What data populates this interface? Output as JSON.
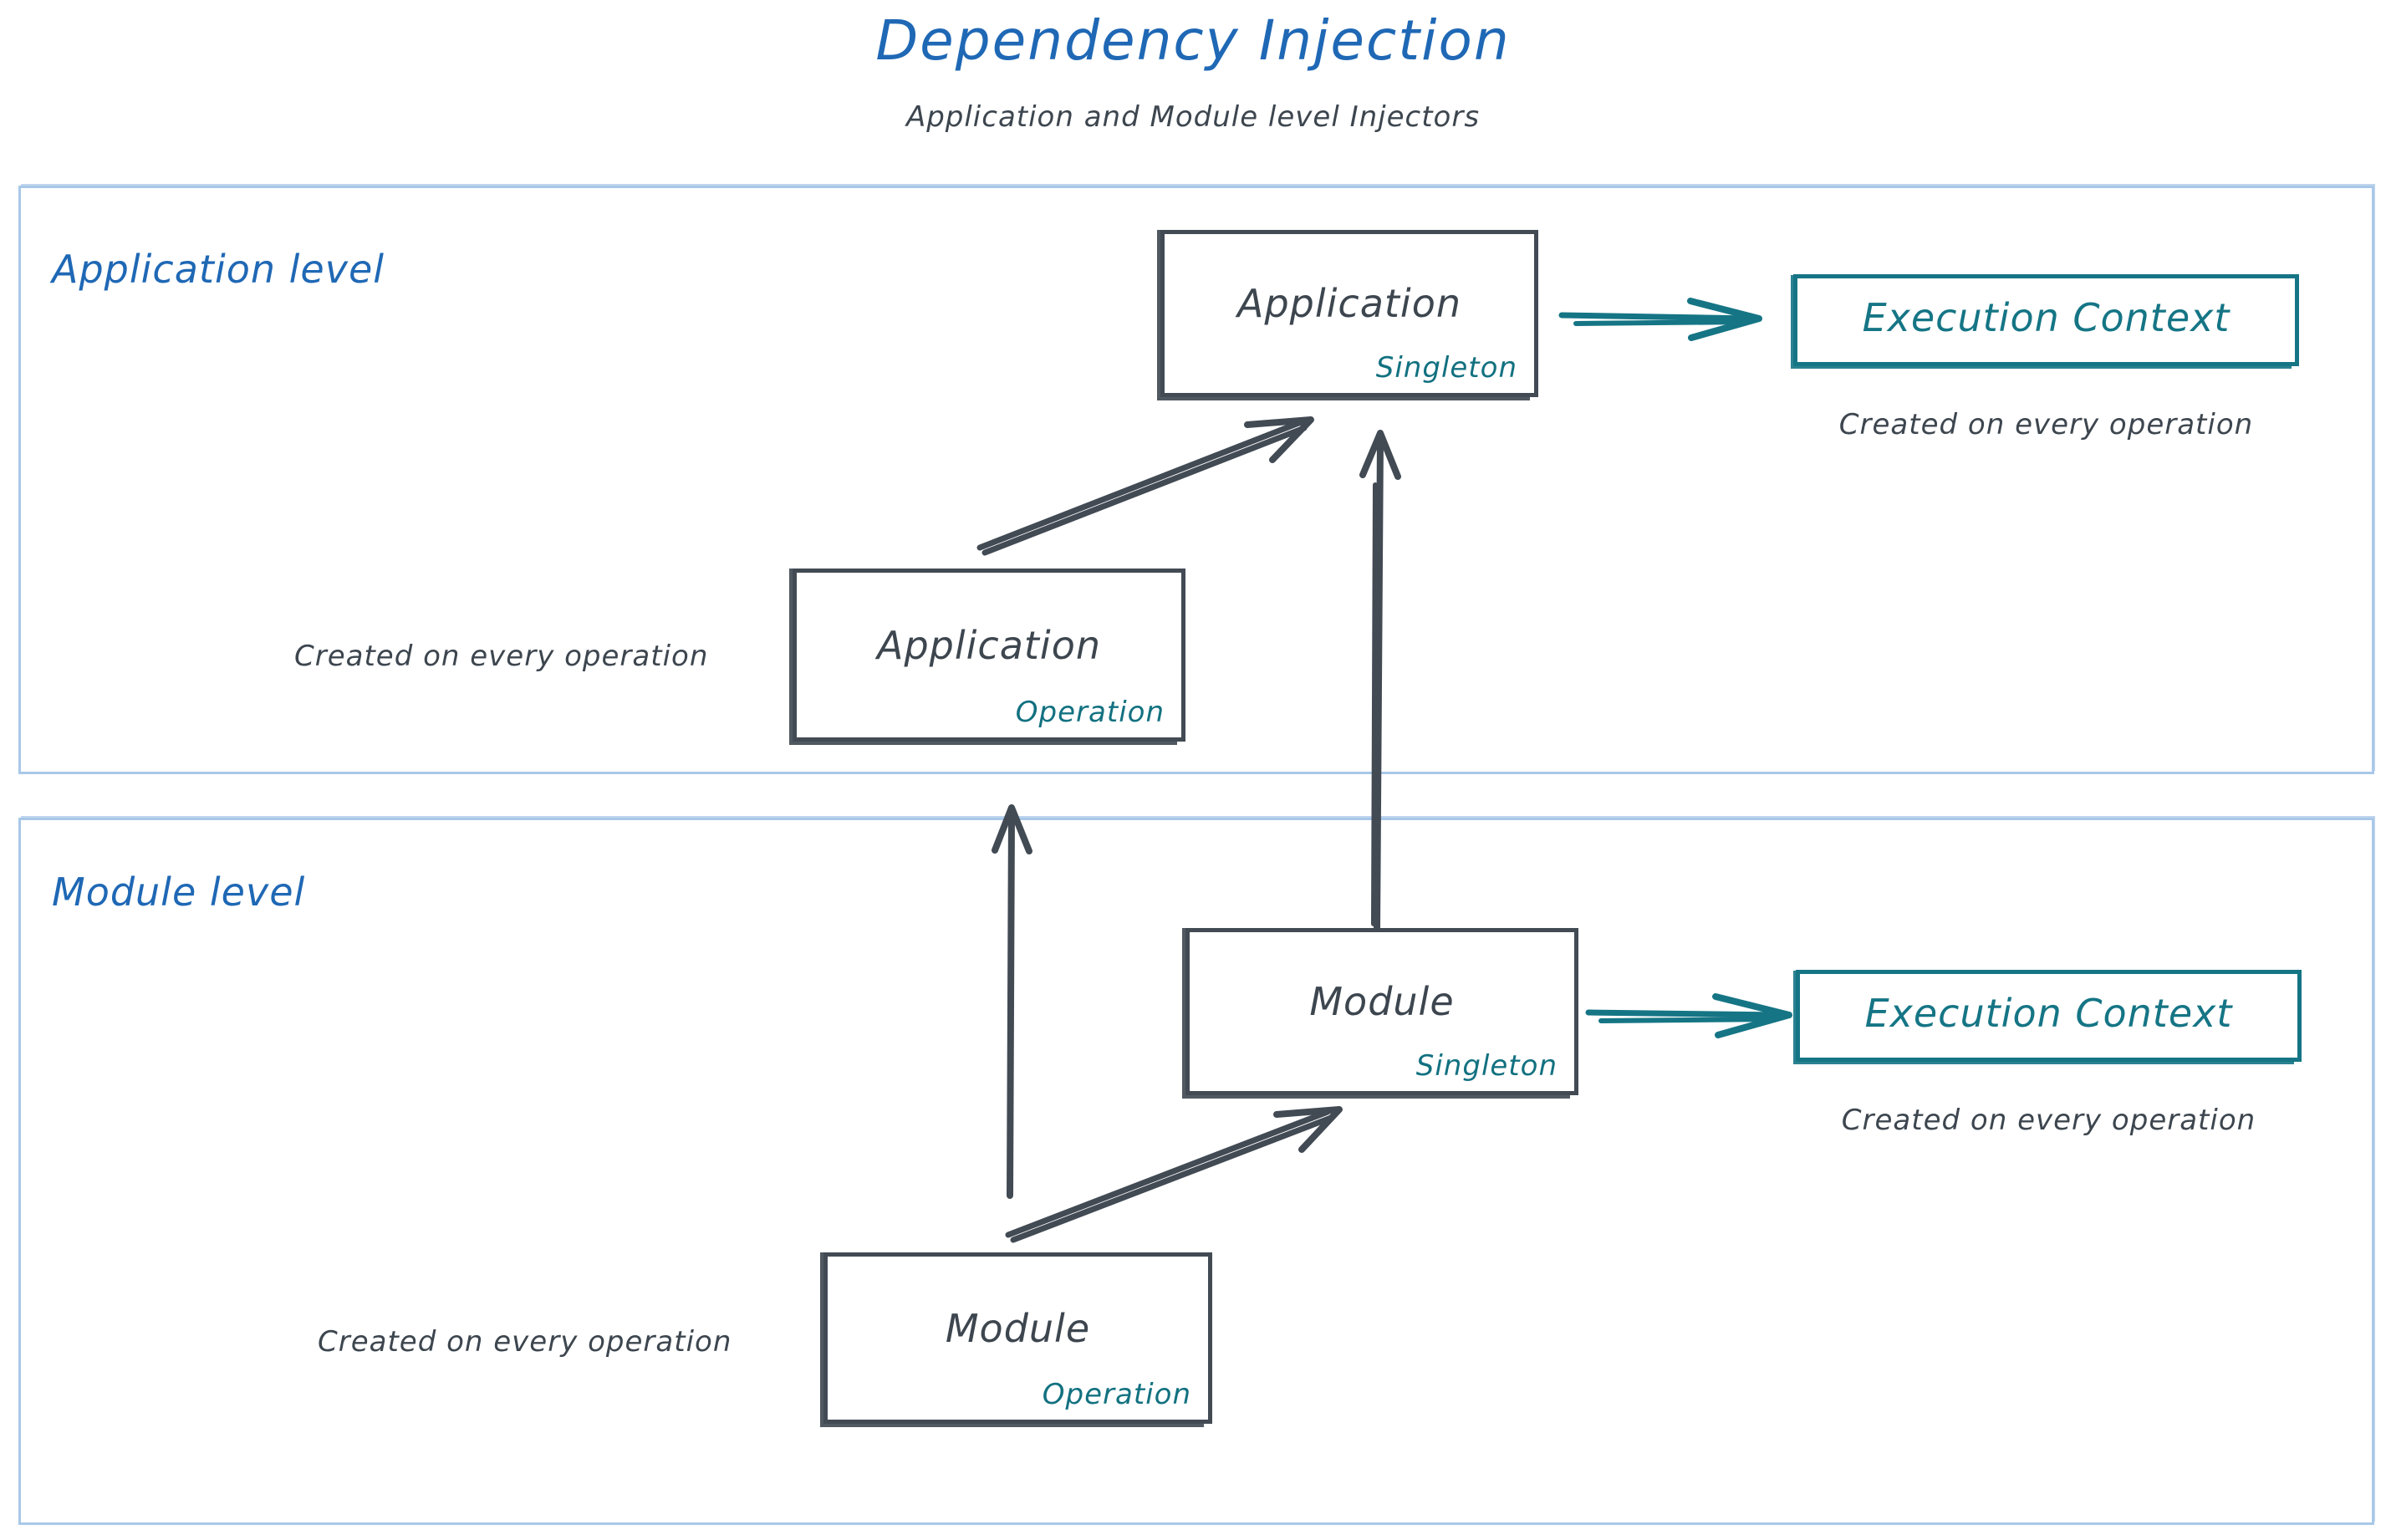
{
  "header": {
    "title": "Dependency Injection",
    "subtitle": "Application and Module level Injectors"
  },
  "colors": {
    "title_blue": "#1f68b5",
    "level_border": "#a9c8e8",
    "node_stroke": "#424a54",
    "node_text": "#3d464f",
    "scope_teal": "#127180",
    "context_teal": "#157585",
    "background": "#ffffff"
  },
  "levels": [
    {
      "id": "application-level",
      "label": "Application level"
    },
    {
      "id": "module-level",
      "label": "Module level"
    }
  ],
  "nodes": {
    "application_singleton": {
      "title": "Application",
      "scope": "Singleton"
    },
    "application_operation": {
      "title": "Application",
      "scope": "Operation"
    },
    "module_singleton": {
      "title": "Module",
      "scope": "Singleton"
    },
    "module_operation": {
      "title": "Module",
      "scope": "Operation"
    }
  },
  "contexts": {
    "application_context": {
      "label": "Execution Context",
      "caption": "Created on every operation"
    },
    "module_context": {
      "label": "Execution Context",
      "caption": "Created on every operation"
    }
  },
  "captions": {
    "application_operation_note": "Created on every operation",
    "module_operation_note": "Created on every operation"
  },
  "arrows": [
    {
      "id": "app-singleton-to-app-context",
      "from": "application_singleton",
      "to": "application_context",
      "color": "#157585",
      "direction": "right"
    },
    {
      "id": "app-operation-to-app-singleton",
      "from": "application_operation",
      "to": "application_singleton",
      "color": "#424a54",
      "direction": "up-right"
    },
    {
      "id": "module-singleton-to-app-singleton",
      "from": "module_singleton",
      "to": "application_singleton",
      "color": "#424a54",
      "direction": "up"
    },
    {
      "id": "module-operation-to-app-operation",
      "from": "module_operation",
      "to": "application_operation",
      "color": "#424a54",
      "direction": "up"
    },
    {
      "id": "module-operation-to-module-singleton",
      "from": "module_operation",
      "to": "module_singleton",
      "color": "#424a54",
      "direction": "up-right"
    },
    {
      "id": "module-singleton-to-module-context",
      "from": "module_singleton",
      "to": "module_context",
      "color": "#157585",
      "direction": "right"
    }
  ]
}
